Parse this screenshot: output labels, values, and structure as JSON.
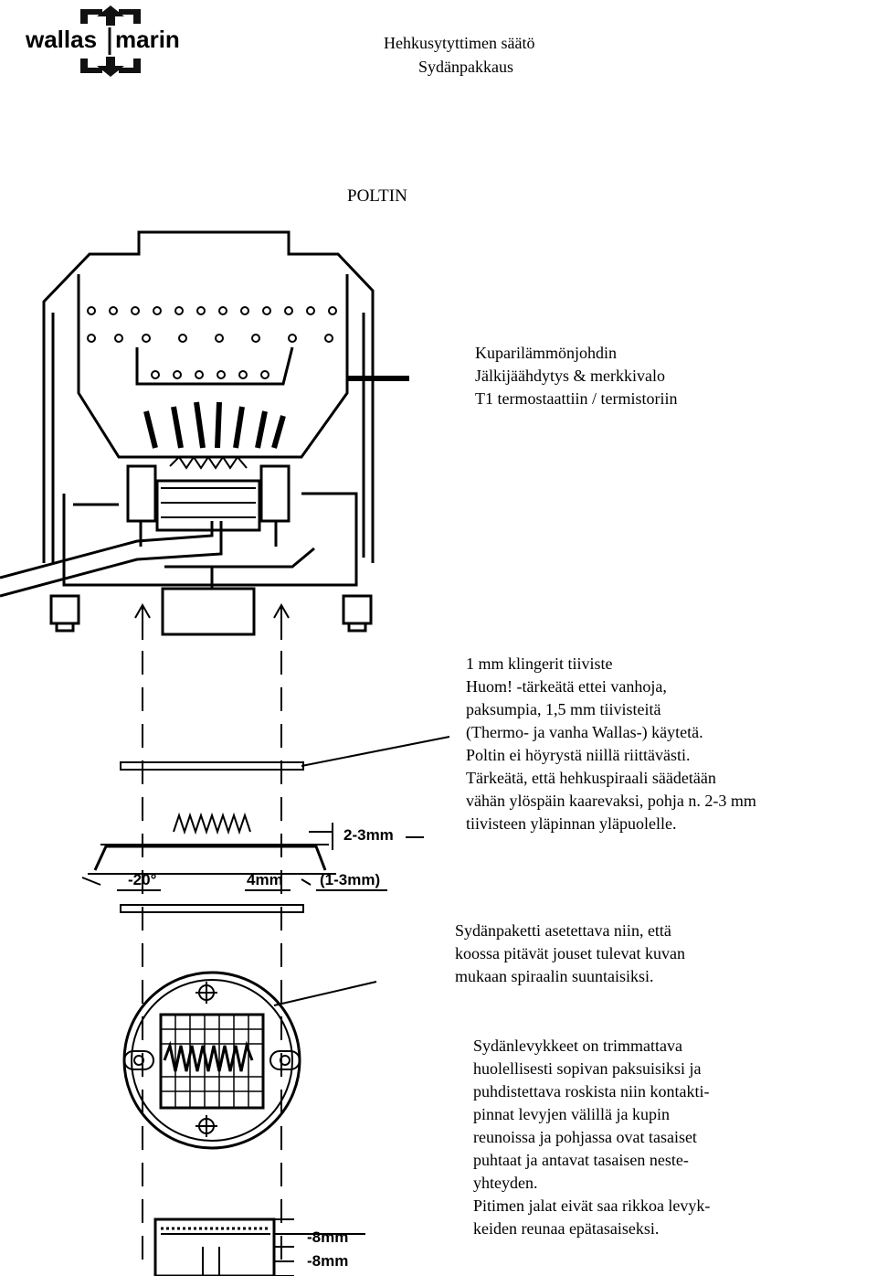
{
  "logo": {
    "left_word": "wallas",
    "right_word": "marin"
  },
  "header": {
    "line1": "Hehkusytyttimen säätö",
    "line2": "Sydänpakkaus"
  },
  "section_title": "POLTIN",
  "labels": {
    "top_block": [
      "Kuparilämmönjohdin",
      "Jälkijäähdytys & merkkivalo",
      "T1 termostaattiin / termistoriin"
    ],
    "gasket_block": [
      "1 mm klingerit tiiviste",
      "Huom! -tärkeätä ettei vanhoja,",
      "paksumpia, 1,5 mm tiivisteitä",
      "(Thermo- ja vanha Wallas-) käytetä.",
      "Poltin ei höyrystä niillä riittävästi.",
      "Tärkeätä, että hehkuspiraali säädetään",
      "vähän ylöspäin kaarevaksi, pohja n. 2-3 mm",
      "tiivisteen yläpinnan yläpuolelle."
    ],
    "package_block": [
      "Sydänpaketti asetettava niin, että",
      "koossa pitävät jouset tulevat kuvan",
      "mukaan spiraalin suuntaisiksi."
    ],
    "plates_block": [
      "Sydänlevykkeet on trimmattava",
      "huolellisesti sopivan paksuisiksi ja",
      "puhdistettava roskista niin kontakti-",
      "pinnat levyjen välillä ja kupin",
      "reunoissa ja pohjassa ovat tasaiset",
      "puhtaat ja antavat tasaisen neste-",
      "yhteyden.",
      "Pitimen jalat eivät saa rikkoa levyk-",
      "keiden reunaa epätasaiseksi."
    ]
  },
  "dimensions": {
    "spiral_height": "2-3mm",
    "angle": "-20°",
    "width": "4mm",
    "width_alt": "(1-3mm)",
    "plate_a": "-8mm",
    "plate_b": "-8mm"
  }
}
